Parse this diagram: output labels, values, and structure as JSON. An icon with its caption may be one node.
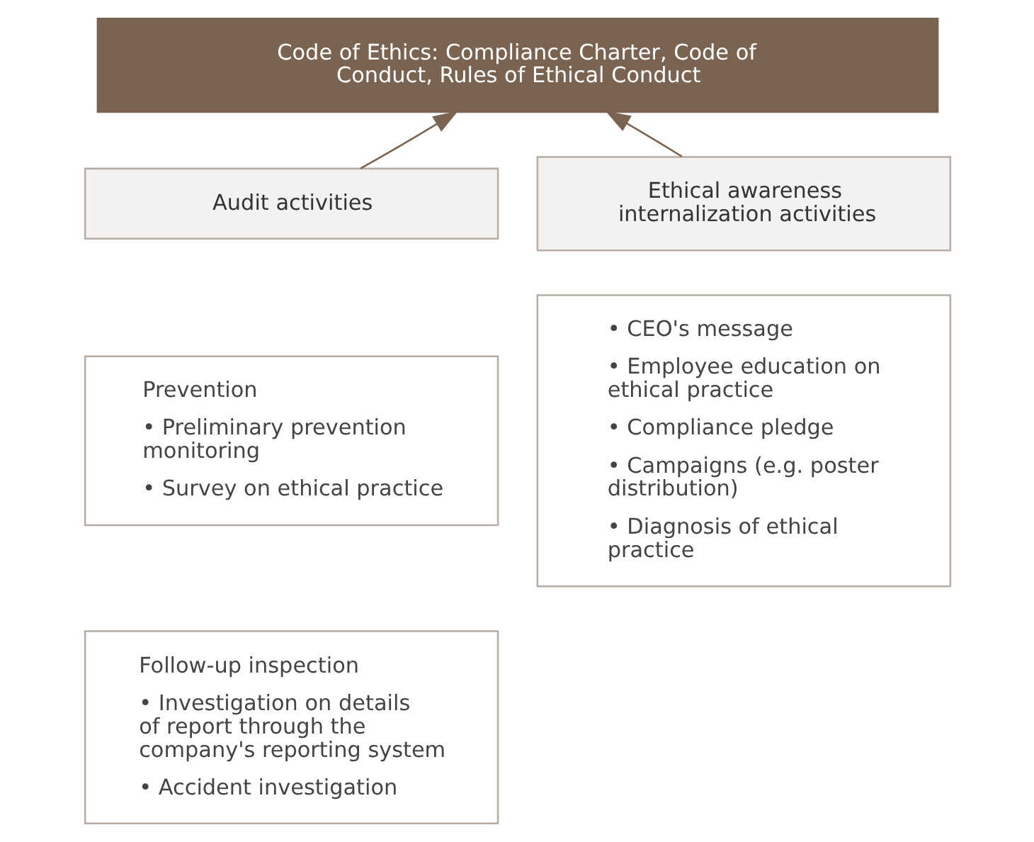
{
  "diagram": {
    "nodes": [
      {
        "text": [
          "Code of Ethics: Compliance Charter, Code of Conduct, Rules of Ethical Conduct"
        ]
      },
      {
        "text": [
          "Audit activities"
        ]
      },
      {
        "text": [
          "Prevention",
          "• Preliminary prevention monitoring",
          "• Survey on ethical practice"
        ]
      },
      {
        "text": [
          "Follow-up inspection",
          "• Investigation on details of report through the company's reporting system",
          "• Accident investigation"
        ]
      },
      {
        "text": [
          "Ethical awareness internalization activities"
        ]
      },
      {
        "text": [
          "• CEO's message",
          "• Employee education on ethical practice",
          "• Compliance pledge",
          "• Campaigns (e.g. poster distribution)",
          "• Diagnosis of ethical practice"
        ]
      }
    ],
    "edges": [
      {
        "from": 1,
        "to": 0,
        "arrow": "to"
      },
      {
        "from": 4,
        "to": 0,
        "arrow": "to"
      }
    ]
  }
}
